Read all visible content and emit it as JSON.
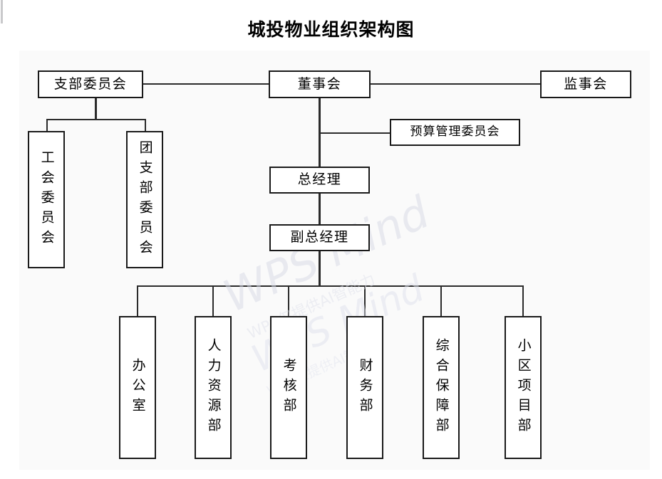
{
  "document": {
    "title": "城投物业组织架构图"
  },
  "watermark": {
    "line1": "WPS Mind",
    "line2": "WPS仅提供AI智能力",
    "line3": "WPS Mind",
    "line4": "WPS仅提供AI智能力"
  },
  "colors": {
    "canvas_background": "#fafafa",
    "box_border": "#1a1a1a",
    "connector": "#2b2b2b",
    "text": "#000000",
    "watermark": "#d7dae6"
  },
  "chart_data": {
    "type": "org-chart",
    "title": "城投物业组织架构图",
    "nodes": [
      {
        "id": "party_branch",
        "label": "支部委员会",
        "level": 0,
        "orientation": "horizontal"
      },
      {
        "id": "board",
        "label": "董事会",
        "level": 0,
        "orientation": "horizontal"
      },
      {
        "id": "supervisors",
        "label": "监事会",
        "level": 0,
        "orientation": "horizontal"
      },
      {
        "id": "budget_committee",
        "label": "预算管理委员会",
        "level": 1,
        "orientation": "horizontal"
      },
      {
        "id": "union",
        "label": "工会委员会",
        "level": 1,
        "orientation": "vertical"
      },
      {
        "id": "youth_league",
        "label": "团支部委员会",
        "level": 1,
        "orientation": "vertical"
      },
      {
        "id": "general_manager",
        "label": "总经理",
        "level": 2,
        "orientation": "horizontal"
      },
      {
        "id": "deputy_manager",
        "label": "副总经理",
        "level": 3,
        "orientation": "horizontal"
      },
      {
        "id": "office",
        "label": "办公室",
        "level": 4,
        "orientation": "vertical"
      },
      {
        "id": "hr",
        "label": "人力资源部",
        "level": 4,
        "orientation": "vertical"
      },
      {
        "id": "assessment",
        "label": "考核部",
        "level": 4,
        "orientation": "vertical"
      },
      {
        "id": "finance",
        "label": "财务部",
        "level": 4,
        "orientation": "vertical"
      },
      {
        "id": "support",
        "label": "综合保障部",
        "level": 4,
        "orientation": "vertical"
      },
      {
        "id": "community_project",
        "label": "小区项目部",
        "level": 4,
        "orientation": "vertical"
      }
    ],
    "edges": [
      {
        "from": "party_branch",
        "to": "board"
      },
      {
        "from": "board",
        "to": "supervisors"
      },
      {
        "from": "board",
        "to": "budget_committee"
      },
      {
        "from": "board",
        "to": "general_manager"
      },
      {
        "from": "party_branch",
        "to": "union"
      },
      {
        "from": "party_branch",
        "to": "youth_league"
      },
      {
        "from": "general_manager",
        "to": "deputy_manager"
      },
      {
        "from": "deputy_manager",
        "to": "office"
      },
      {
        "from": "deputy_manager",
        "to": "hr"
      },
      {
        "from": "deputy_manager",
        "to": "assessment"
      },
      {
        "from": "deputy_manager",
        "to": "finance"
      },
      {
        "from": "deputy_manager",
        "to": "support"
      },
      {
        "from": "deputy_manager",
        "to": "community_project"
      }
    ]
  }
}
